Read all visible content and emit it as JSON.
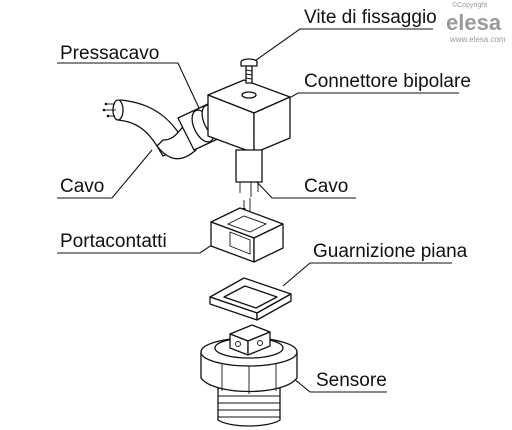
{
  "labels": {
    "vite": "Vite di fissaggio",
    "pressacavo": "Pressacavo",
    "connettore": "Connettore bipolare",
    "cavo_left": "Cavo",
    "cavo_right": "Cavo",
    "portacontatti": "Portacontatti",
    "guarnizione": "Guarnizione piana",
    "sensore": "Sensore"
  },
  "watermark": {
    "copyright": "©Copyright",
    "brand": "elesa",
    "url": "www.elesa.com"
  },
  "colors": {
    "line": "#111111",
    "watermark": "#9a9a9a"
  }
}
